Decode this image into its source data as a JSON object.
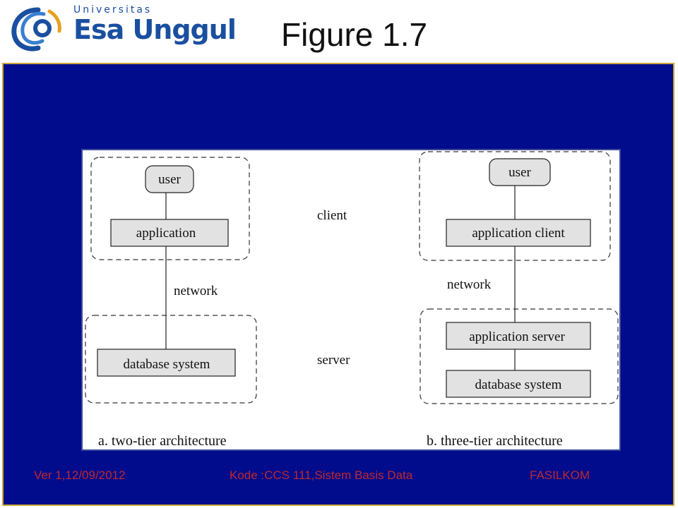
{
  "header": {
    "logo_small": "Universitas",
    "logo_big": "Esa Unggul",
    "title": "Figure 1.7"
  },
  "diagram": {
    "left": {
      "user": "user",
      "application": "application",
      "network": "network",
      "database": "database system",
      "caption": "a.  two-tier architecture"
    },
    "middle": {
      "client": "client",
      "server": "server"
    },
    "right": {
      "user": "user",
      "app_client": "application client",
      "network": "network",
      "app_server": "application server",
      "database": "database system",
      "caption": "b.  three-tier architecture"
    }
  },
  "footer": {
    "version": "Ver 1,12/09/2012",
    "code": "Kode :CCS 111,Sistem Basis Data",
    "faculty": "FASILKOM"
  },
  "colors": {
    "panel": "#000c8c",
    "panel_border": "#c9a437",
    "footer_text": "#c0282b",
    "logo_blue": "#1a4fa0",
    "box_fill": "#e2e2e2"
  }
}
